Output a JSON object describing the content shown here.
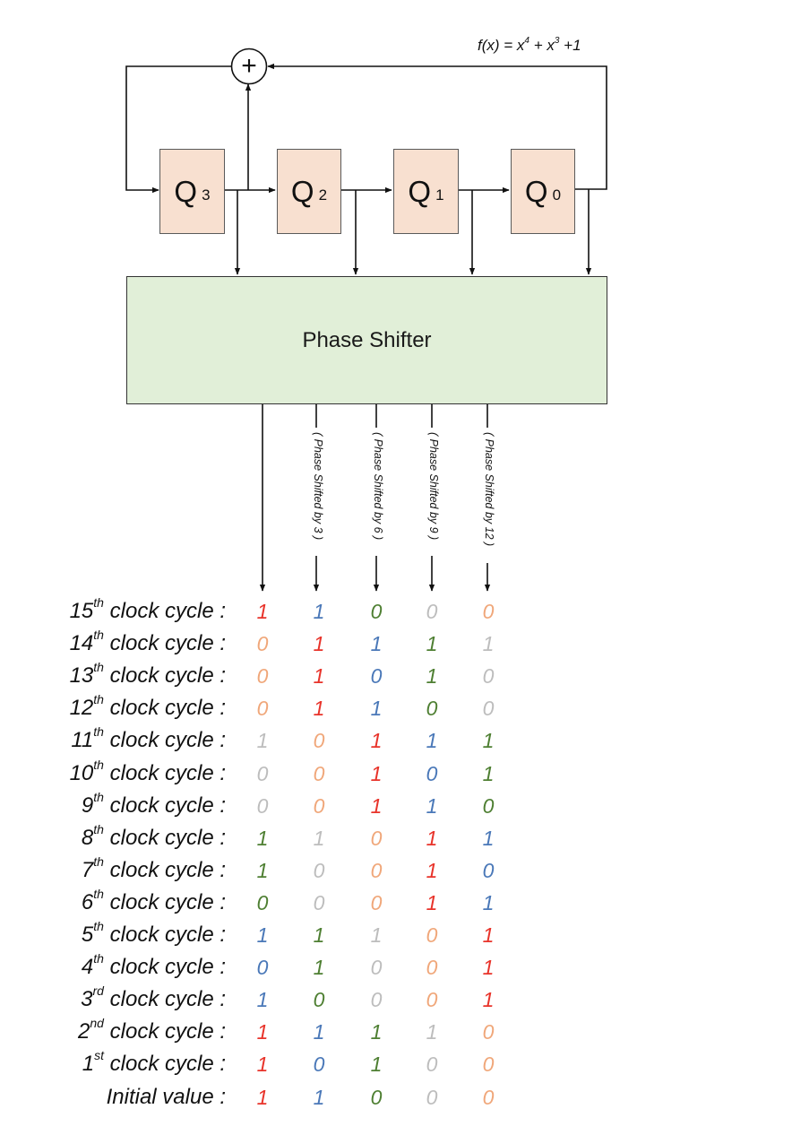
{
  "polynomial": {
    "prefix": "f(x) = x",
    "exp1": "4",
    "mid": " + x",
    "exp2": "3",
    "suffix": " +1"
  },
  "xor_symbol": "+",
  "registers": [
    {
      "letter": "Q",
      "index": "3"
    },
    {
      "letter": "Q",
      "index": "2"
    },
    {
      "letter": "Q",
      "index": "1"
    },
    {
      "letter": "Q",
      "index": "0"
    }
  ],
  "phase_shifter_label": "Phase Shifter",
  "shift_labels": [
    "( Phase Shifted by 3 )",
    "( Phase Shifted by 6 )",
    "( Phase Shifted by 9 )",
    "( Phase Shifted by 12 )"
  ],
  "bit_colors": {
    "red": "#e8332a",
    "blue": "#4a78b8",
    "green": "#4e7f32",
    "gray": "#bdbdbd",
    "orange": "#f0a77a"
  },
  "rows": [
    {
      "num": "15",
      "suffix": "th",
      "rest": " clock cycle :",
      "bits": [
        "1",
        "1",
        "0",
        "0",
        "0"
      ],
      "colors": [
        "red",
        "blue",
        "green",
        "gray",
        "orange"
      ]
    },
    {
      "num": "14",
      "suffix": "th",
      "rest": " clock cycle :",
      "bits": [
        "0",
        "1",
        "1",
        "1",
        "1"
      ],
      "colors": [
        "orange",
        "red",
        "blue",
        "green",
        "gray"
      ]
    },
    {
      "num": "13",
      "suffix": "th",
      "rest": " clock cycle :",
      "bits": [
        "0",
        "1",
        "0",
        "1",
        "0"
      ],
      "colors": [
        "orange",
        "red",
        "blue",
        "green",
        "gray"
      ]
    },
    {
      "num": "12",
      "suffix": "th",
      "rest": " clock cycle :",
      "bits": [
        "0",
        "1",
        "1",
        "0",
        "0"
      ],
      "colors": [
        "orange",
        "red",
        "blue",
        "green",
        "gray"
      ]
    },
    {
      "num": "11",
      "suffix": "th",
      "rest": " clock cycle :",
      "bits": [
        "1",
        "0",
        "1",
        "1",
        "1"
      ],
      "colors": [
        "gray",
        "orange",
        "red",
        "blue",
        "green"
      ]
    },
    {
      "num": "10",
      "suffix": "th",
      "rest": " clock cycle :",
      "bits": [
        "0",
        "0",
        "1",
        "0",
        "1"
      ],
      "colors": [
        "gray",
        "orange",
        "red",
        "blue",
        "green"
      ]
    },
    {
      "num": "9",
      "suffix": "th",
      "rest": " clock cycle :",
      "bits": [
        "0",
        "0",
        "1",
        "1",
        "0"
      ],
      "colors": [
        "gray",
        "orange",
        "red",
        "blue",
        "green"
      ]
    },
    {
      "num": "8",
      "suffix": "th",
      "rest": " clock cycle :",
      "bits": [
        "1",
        "1",
        "0",
        "1",
        "1"
      ],
      "colors": [
        "green",
        "gray",
        "orange",
        "red",
        "blue"
      ]
    },
    {
      "num": "7",
      "suffix": "th",
      "rest": " clock cycle :",
      "bits": [
        "1",
        "0",
        "0",
        "1",
        "0"
      ],
      "colors": [
        "green",
        "gray",
        "orange",
        "red",
        "blue"
      ]
    },
    {
      "num": "6",
      "suffix": "th",
      "rest": " clock cycle :",
      "bits": [
        "0",
        "0",
        "0",
        "1",
        "1"
      ],
      "colors": [
        "green",
        "gray",
        "orange",
        "red",
        "blue"
      ]
    },
    {
      "num": "5",
      "suffix": "th",
      "rest": " clock cycle :",
      "bits": [
        "1",
        "1",
        "1",
        "0",
        "1"
      ],
      "colors": [
        "blue",
        "green",
        "gray",
        "orange",
        "red"
      ]
    },
    {
      "num": "4",
      "suffix": "th",
      "rest": " clock cycle :",
      "bits": [
        "0",
        "1",
        "0",
        "0",
        "1"
      ],
      "colors": [
        "blue",
        "green",
        "gray",
        "orange",
        "red"
      ]
    },
    {
      "num": "3",
      "suffix": "rd",
      "rest": " clock cycle :",
      "bits": [
        "1",
        "0",
        "0",
        "0",
        "1"
      ],
      "colors": [
        "blue",
        "green",
        "gray",
        "orange",
        "red"
      ]
    },
    {
      "num": "2",
      "suffix": "nd",
      "rest": " clock cycle :",
      "bits": [
        "1",
        "1",
        "1",
        "1",
        "0"
      ],
      "colors": [
        "red",
        "blue",
        "green",
        "gray",
        "orange"
      ]
    },
    {
      "num": "1",
      "suffix": "st",
      "rest": " clock cycle :",
      "bits": [
        "1",
        "0",
        "1",
        "0",
        "0"
      ],
      "colors": [
        "red",
        "blue",
        "green",
        "gray",
        "orange"
      ]
    },
    {
      "num": "",
      "suffix": "",
      "rest": "Initial value :",
      "bits": [
        "1",
        "1",
        "0",
        "0",
        "0"
      ],
      "colors": [
        "red",
        "blue",
        "green",
        "gray",
        "orange"
      ]
    }
  ]
}
